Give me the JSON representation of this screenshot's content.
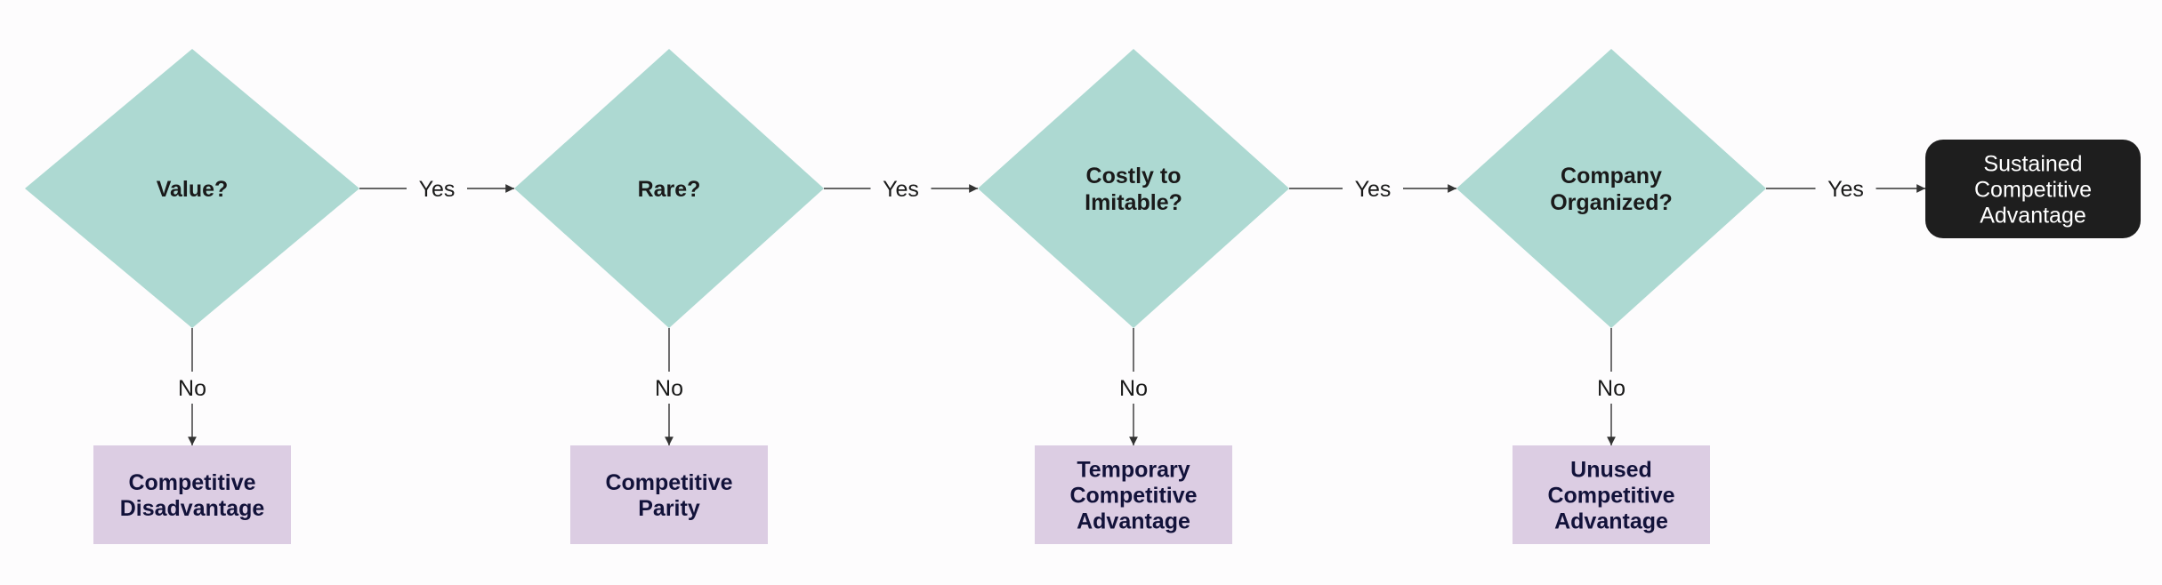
{
  "diagram": {
    "decisions": [
      {
        "id": "value",
        "lines": [
          "Value?"
        ]
      },
      {
        "id": "rare",
        "lines": [
          "Rare?"
        ]
      },
      {
        "id": "costly",
        "lines": [
          "Costly to",
          "Imitable?"
        ]
      },
      {
        "id": "organized",
        "lines": [
          "Company",
          "Organized?"
        ]
      }
    ],
    "outcomes": [
      {
        "id": "disadvantage",
        "lines": [
          "Competitive",
          "Disadvantage"
        ]
      },
      {
        "id": "parity",
        "lines": [
          "Competitive",
          "Parity"
        ]
      },
      {
        "id": "temporary",
        "lines": [
          "Temporary",
          "Competitive",
          "Advantage"
        ]
      },
      {
        "id": "unused",
        "lines": [
          "Unused",
          "Competitive",
          "Advantage"
        ]
      }
    ],
    "final": {
      "id": "sustained",
      "lines": [
        "Sustained",
        "Competitive",
        "Advantage"
      ]
    },
    "yes_label": "Yes",
    "no_label": "No",
    "colors": {
      "decision_fill": "#add9d2",
      "outcome_fill": "#dccde3",
      "final_fill": "#1e1e1e",
      "connector": "#333333"
    }
  }
}
